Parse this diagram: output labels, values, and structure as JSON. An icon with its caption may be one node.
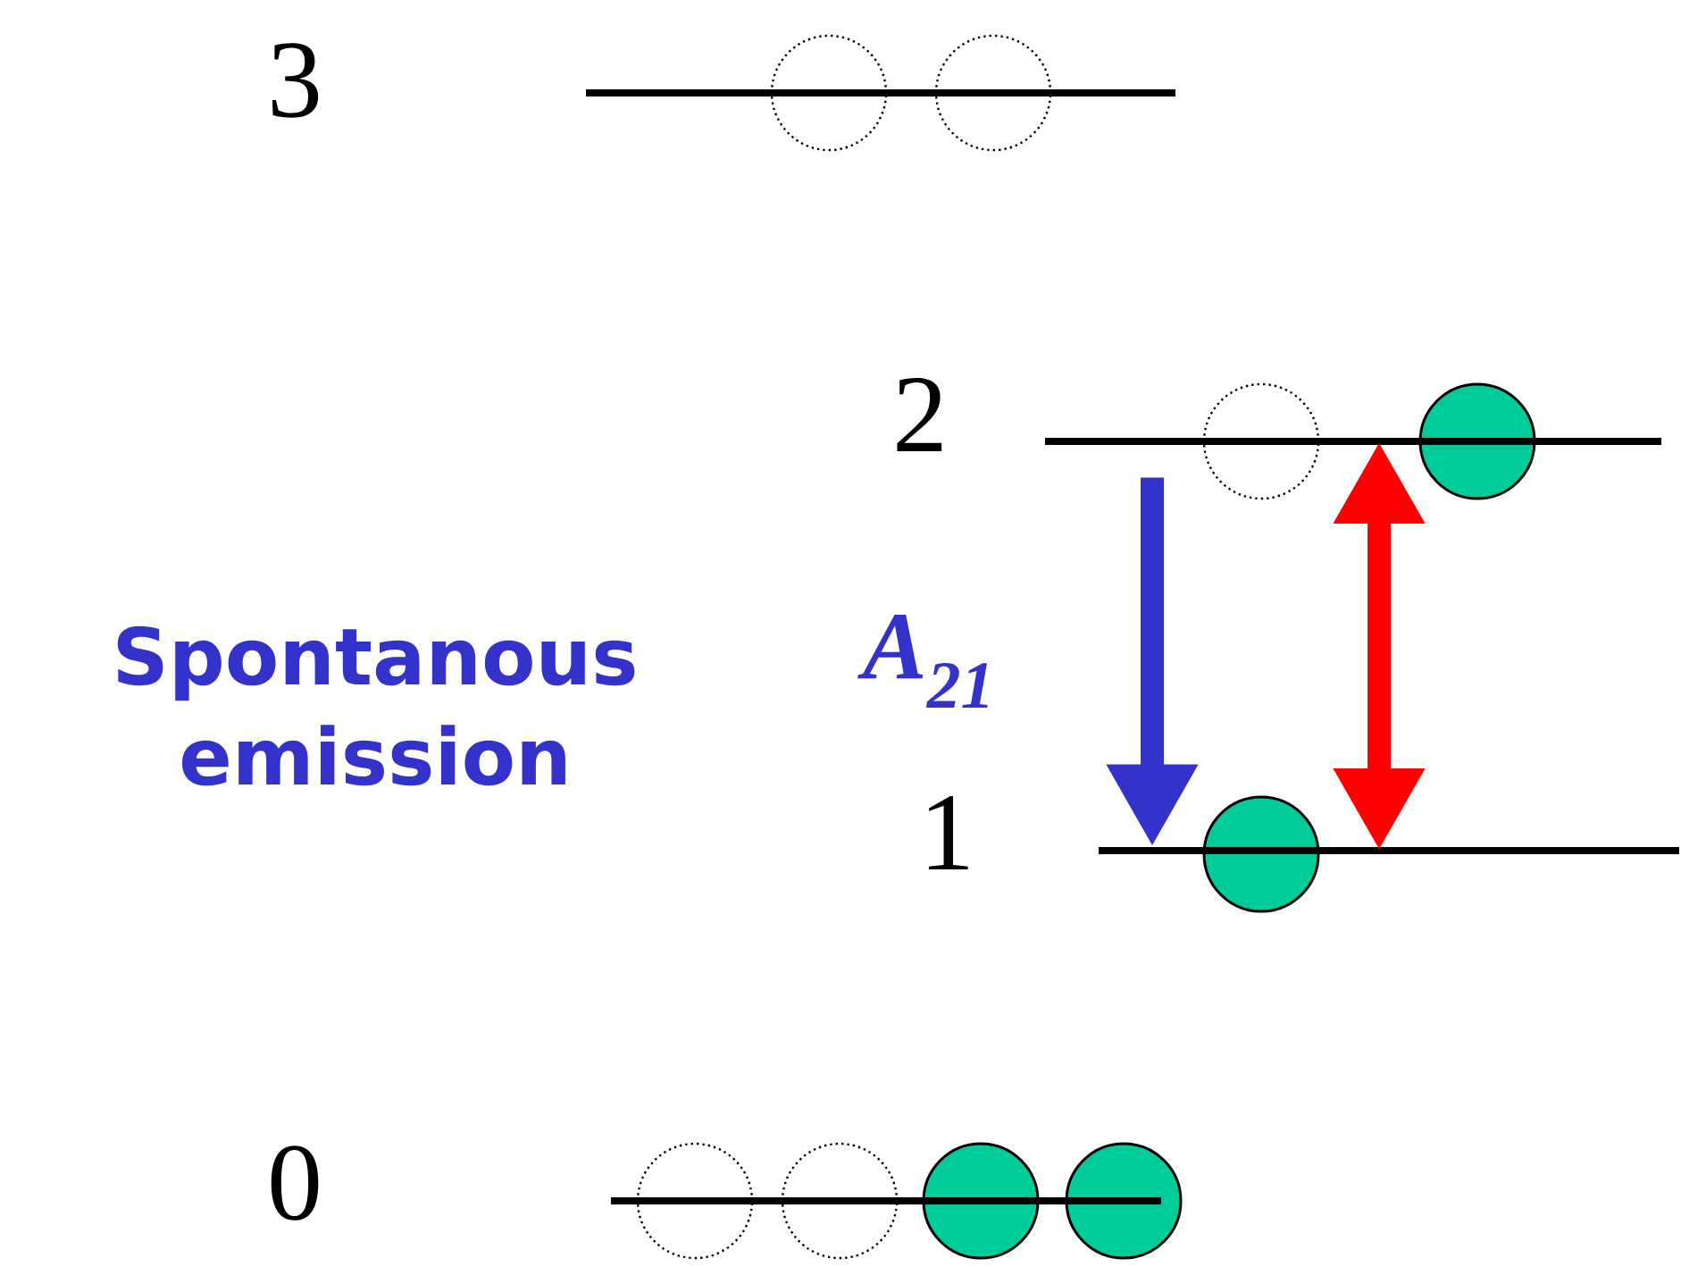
{
  "diagram": {
    "nodes": [
      {
        "text": [],
        "shape": "bar",
        "beside": [
          "3"
        ]
      },
      {
        "text": [],
        "shape": "bar",
        "beside": [
          "2"
        ]
      },
      {
        "text": [],
        "shape": "bar",
        "beside": [
          "1"
        ]
      },
      {
        "text": [],
        "shape": "bar",
        "beside": [
          "0"
        ]
      }
    ],
    "edges": [
      {
        "from": 1,
        "to": 2,
        "arrow": "to",
        "label": "A$_{21}$",
        "color": "#3333cc"
      },
      {
        "from": 2,
        "to": 1,
        "arrow": "both",
        "color": "#ff0000"
      }
    ],
    "labels": [
      "Spontanous emission"
    ]
  }
}
